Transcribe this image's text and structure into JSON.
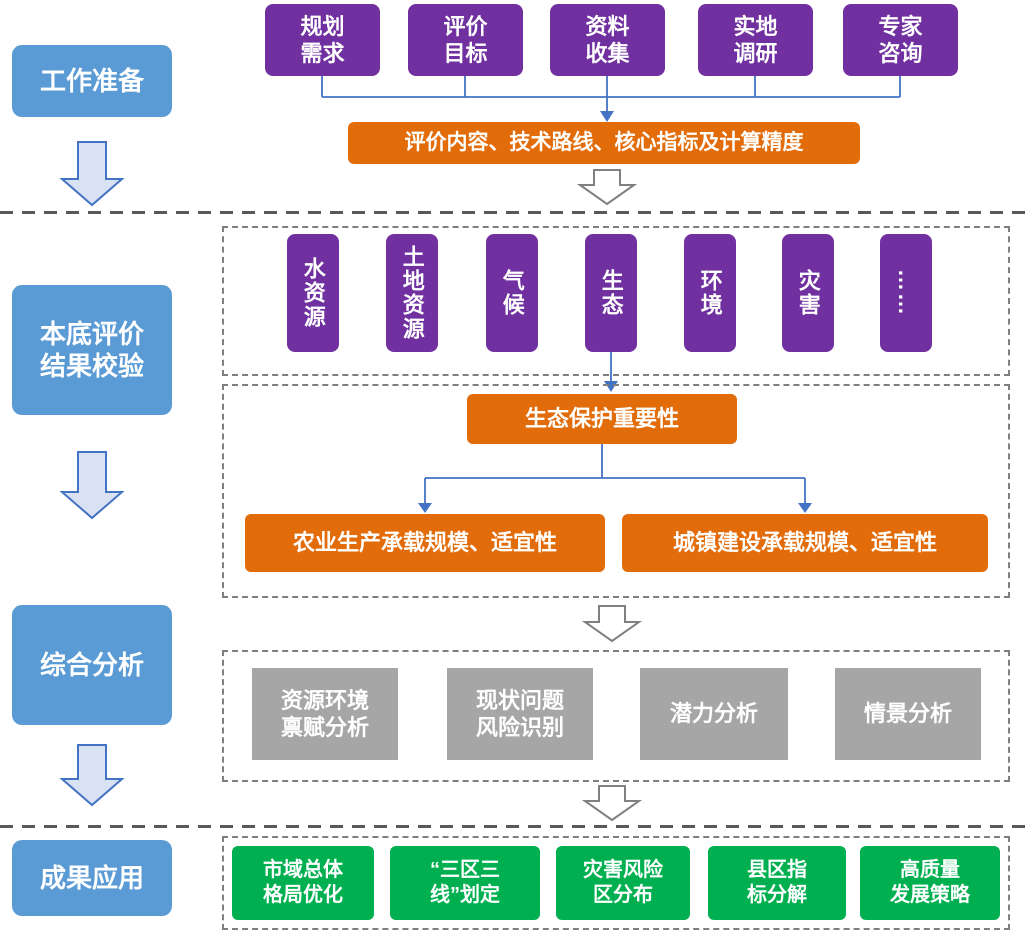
{
  "stages": [
    "工作准备",
    "本底评价\n结果校验",
    "综合分析",
    "成果应用"
  ],
  "inputs": [
    "规划\n需求",
    "评价\n目标",
    "资料\n收集",
    "实地\n调研",
    "专家\n咨询"
  ],
  "plan_line": "评价内容、技术路线、核心指标及计算精度",
  "factors": [
    "水资源",
    "土地资源",
    "气候",
    "生态",
    "环境",
    "灾害",
    "……"
  ],
  "eco_importance": "生态保护重要性",
  "carrying": [
    "农业生产承载规模、适宜性",
    "城镇建设承载规模、适宜性"
  ],
  "analyses": [
    "资源环境\n禀赋分析",
    "现状问题\n风险识别",
    "潜力分析",
    "情景分析"
  ],
  "applications": [
    "市域总体\n格局优化",
    "“三区三\n线”划定",
    "灾害风险\n区分布",
    "县区指\n标分解",
    "高质量\n发展策略"
  ],
  "colors": {
    "stage_blue": "#5B9BD5",
    "purple": "#7030A0",
    "orange": "#E36C0A",
    "gray": "#A6A6A6",
    "green": "#00B050",
    "connector_blue": "#4472C4",
    "block_arrow_fill": "#D9E2F3",
    "hollow_arrow_stroke": "#808080"
  }
}
